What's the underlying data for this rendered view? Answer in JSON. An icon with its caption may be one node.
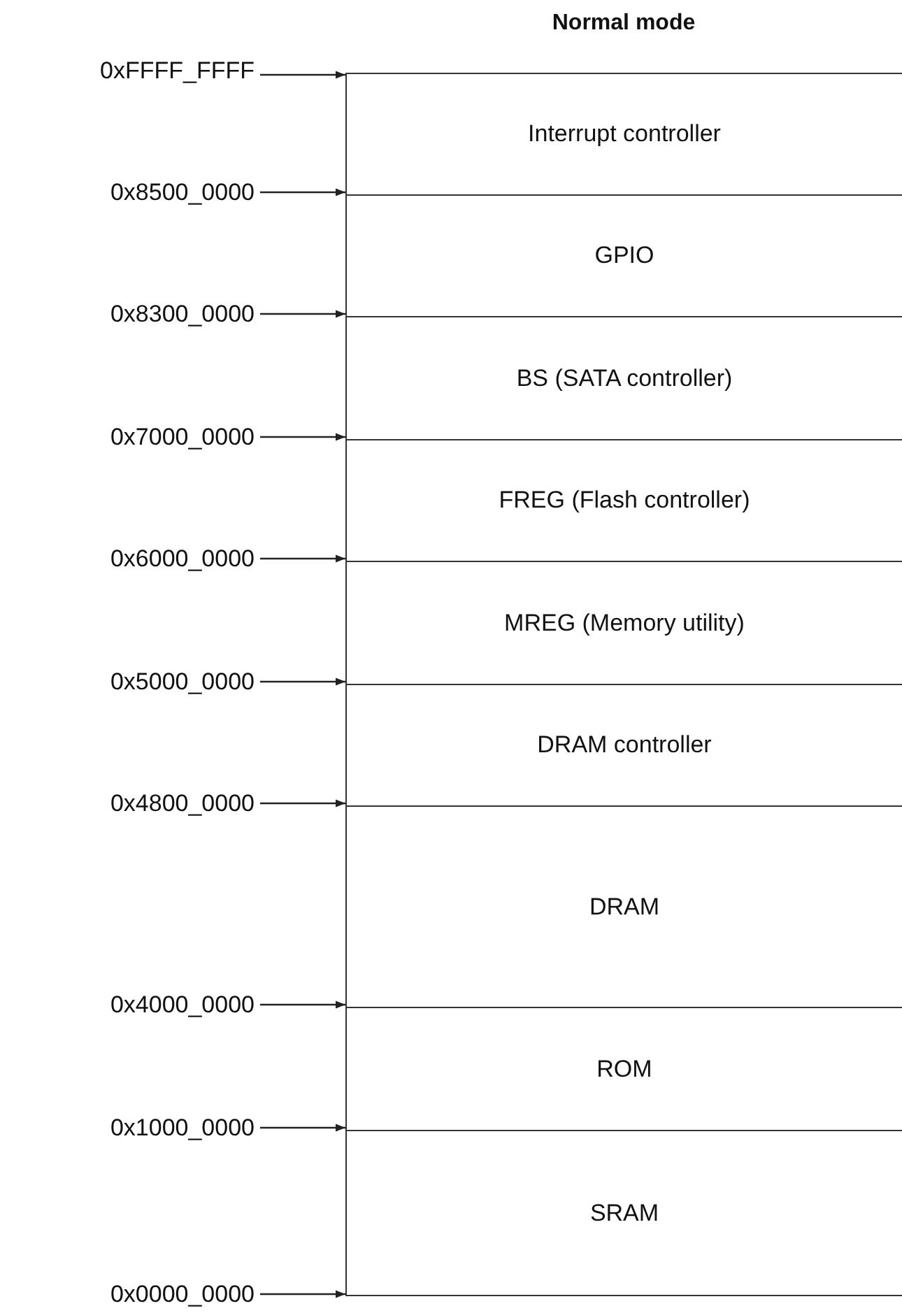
{
  "diagram": {
    "title": "Normal mode",
    "nodes": [
      {
        "text": [
          "Interrupt controller"
        ]
      },
      {
        "text": [
          "GPIO"
        ]
      },
      {
        "text": [
          "BS (SATA controller)"
        ]
      },
      {
        "text": [
          "FREG (Flash controller)"
        ]
      },
      {
        "text": [
          "MREG (Memory utility)"
        ]
      },
      {
        "text": [
          "DRAM controller"
        ]
      },
      {
        "text": [
          "DRAM"
        ]
      },
      {
        "text": [
          "ROM"
        ]
      },
      {
        "text": [
          "SRAM"
        ]
      },
      {
        "text": [
          "0xFFFF_FFFF"
        ]
      },
      {
        "text": [
          "0x8500_0000"
        ]
      },
      {
        "text": [
          "0x8300_0000"
        ]
      },
      {
        "text": [
          "0x7000_0000"
        ]
      },
      {
        "text": [
          "0x6000_0000"
        ]
      },
      {
        "text": [
          "0x5000_0000"
        ]
      },
      {
        "text": [
          "0x4800_0000"
        ]
      },
      {
        "text": [
          "0x4000_0000"
        ]
      },
      {
        "text": [
          "0x1000_0000"
        ]
      },
      {
        "text": [
          "0x0000_0000"
        ]
      }
    ],
    "edges": [
      {
        "from": 9,
        "to": 0,
        "arrow": "to"
      },
      {
        "from": 10,
        "to": 0,
        "arrow": "to"
      },
      {
        "from": 11,
        "to": 1,
        "arrow": "to"
      },
      {
        "from": 12,
        "to": 2,
        "arrow": "to"
      },
      {
        "from": 13,
        "to": 3,
        "arrow": "to"
      },
      {
        "from": 14,
        "to": 4,
        "arrow": "to"
      },
      {
        "from": 15,
        "to": 5,
        "arrow": "to"
      },
      {
        "from": 16,
        "to": 6,
        "arrow": "to"
      },
      {
        "from": 17,
        "to": 7,
        "arrow": "to"
      },
      {
        "from": 18,
        "to": 8,
        "arrow": "to"
      }
    ]
  }
}
